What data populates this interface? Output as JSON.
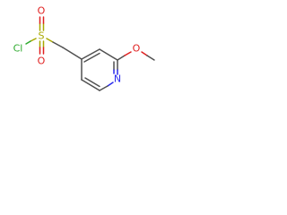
{
  "molecule": {
    "atoms": {
      "s": {
        "label": "S",
        "color": "#a8a800"
      },
      "cl": {
        "label": "Cl",
        "color": "#2eaa2e"
      },
      "o_top": {
        "label": "O",
        "color": "#e02020"
      },
      "o_bottom": {
        "label": "O",
        "color": "#e02020"
      },
      "n": {
        "label": "N",
        "color": "#2a2aee"
      },
      "o_methoxy": {
        "label": "O",
        "color": "#e02020"
      }
    },
    "bond_color": "#505050"
  }
}
